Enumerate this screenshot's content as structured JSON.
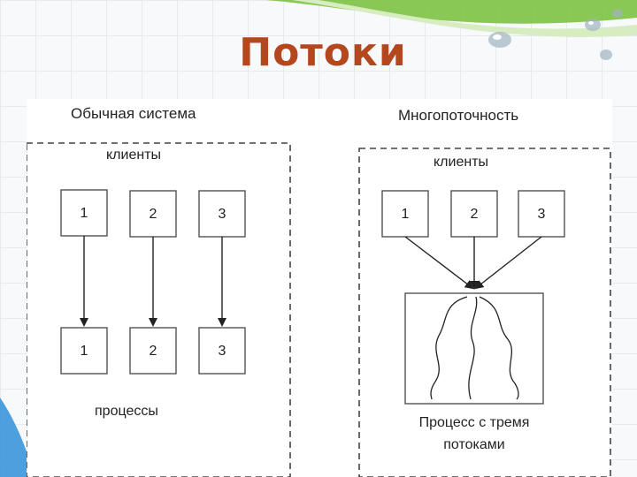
{
  "slide": {
    "title": "Потоки"
  },
  "left": {
    "heading": "Обычная система",
    "clients_label": "клиенты",
    "clients": [
      "1",
      "2",
      "3"
    ],
    "processes": [
      "1",
      "2",
      "3"
    ],
    "processes_label": "процессы"
  },
  "right": {
    "heading": "Многопоточность",
    "clients_label": "клиенты",
    "clients": [
      "1",
      "2",
      "3"
    ],
    "process_label_line1": "Процесс с тремя",
    "process_label_line2": "потоками"
  },
  "colors": {
    "title": "#b5471f",
    "accent_green": "#7cc242",
    "accent_blue": "#2f8fd8"
  }
}
